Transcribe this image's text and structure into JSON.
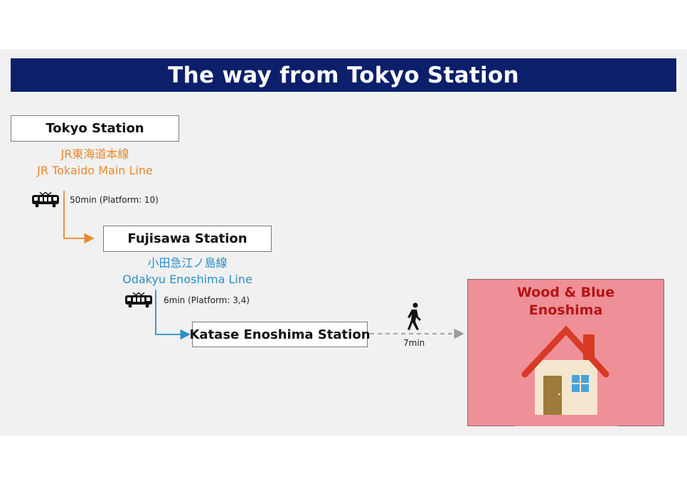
{
  "title": "The way from Tokyo Station",
  "stations": {
    "tokyo": "Tokyo Station",
    "fujisawa": "Fujisawa Station",
    "katase": "Katase Enoshima Station"
  },
  "lines": [
    {
      "name_ja": "JR東海道本線",
      "name_en": "JR Tokaido Main Line",
      "color": "#e8892a",
      "duration": "50min (Platform: 10)"
    },
    {
      "name_ja": "小田急江ノ島線",
      "name_en": "Odakyu Enoshima Line",
      "color": "#2a8fc7",
      "duration": "6min (Platform: 3,4)"
    }
  ],
  "walk": {
    "duration": "7min",
    "icon": "walking-person-icon"
  },
  "destination": {
    "name_line1": "Wood & Blue",
    "name_line2": "Enoshima",
    "icon": "house-icon",
    "background_color": "#ef8f97",
    "text_color": "#b51414"
  },
  "colors": {
    "title_bar": "#0b1f6b",
    "walk_arrow": "#9a9a9a"
  }
}
